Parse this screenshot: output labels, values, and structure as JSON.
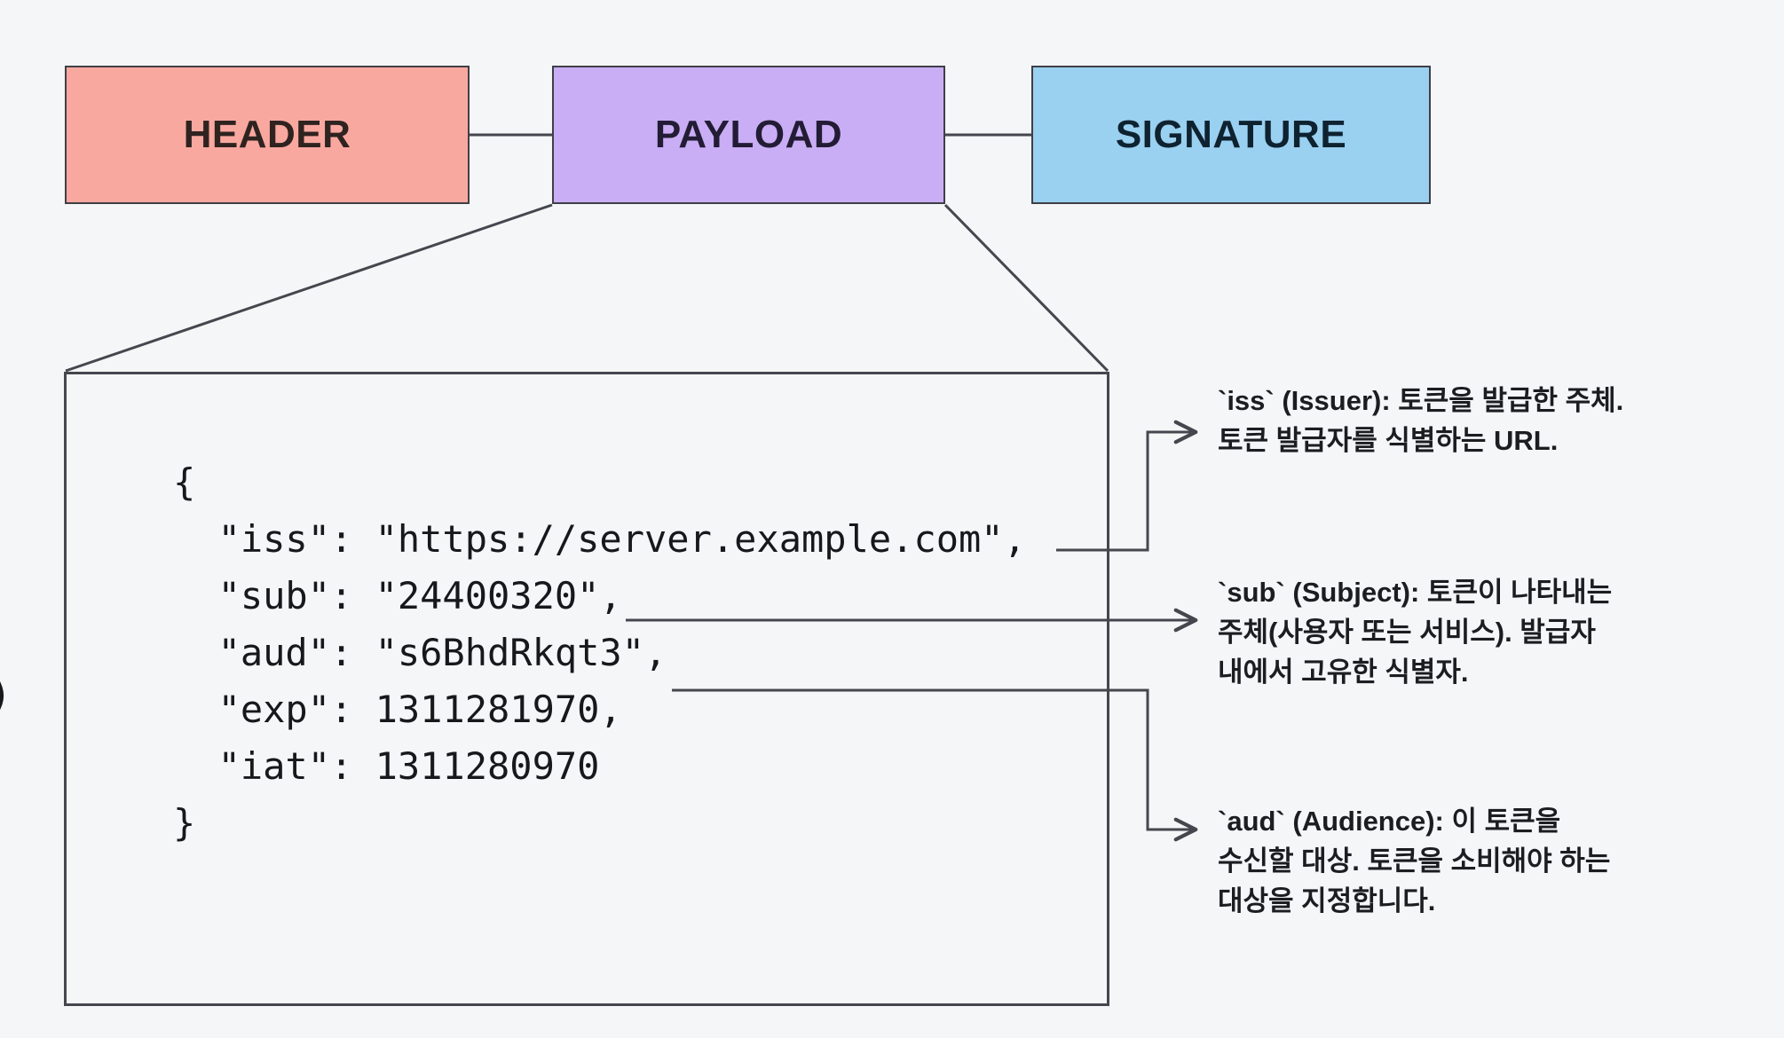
{
  "diagram": {
    "title_tokens": [
      {
        "id": "header",
        "label": "HEADER",
        "color": "#f9a8a0"
      },
      {
        "id": "payload",
        "label": "PAYLOAD",
        "color": "#c9aef5"
      },
      {
        "id": "signature",
        "label": "SIGNATURE",
        "color": "#9ad0f0"
      }
    ],
    "payload_code": {
      "language": "json",
      "lines": [
        "{",
        "  \"iss\": \"https://server.example.com\",",
        "  \"sub\": \"24400320\",",
        "  \"aud\": \"s6BhdRkqt3\",",
        "  \"exp\": 1311281970,",
        "  \"iat\": 1311280970",
        "}"
      ],
      "text": "{\n  \"iss\": \"https://server.example.com\",\n  \"sub\": \"24400320\",\n  \"aud\": \"s6BhdRkqt3\",\n  \"exp\": 1311281970,\n  \"iat\": 1311280970\n}",
      "claims": [
        {
          "key": "iss",
          "value": "https://server.example.com"
        },
        {
          "key": "sub",
          "value": "24400320"
        },
        {
          "key": "aud",
          "value": "s6BhdRkqt3"
        },
        {
          "key": "exp",
          "value": "1311281970"
        },
        {
          "key": "iat",
          "value": "1311280970"
        }
      ]
    },
    "annotations": [
      {
        "id": "iss",
        "claim": "iss",
        "english_name": "Issuer",
        "text": "`iss` (Issuer): 토큰을 발급한 주체.\n토큰 발급자를 식별하는 URL."
      },
      {
        "id": "sub",
        "claim": "sub",
        "english_name": "Subject",
        "text": "`sub` (Subject): 토큰이 나타내는\n주체(사용자 또는 서비스). 발급자\n내에서 고유한 식별자."
      },
      {
        "id": "aud",
        "claim": "aud",
        "english_name": "Audience",
        "text": "`aud` (Audience): 이 토큰을\n수신할 대상. 토큰을 소비해야 하는\n대상을 지정합니다."
      }
    ],
    "stray_glyph": ")",
    "colors": {
      "background": "#f4f6f7",
      "stroke": "#44474d",
      "text": "#16181c"
    }
  }
}
